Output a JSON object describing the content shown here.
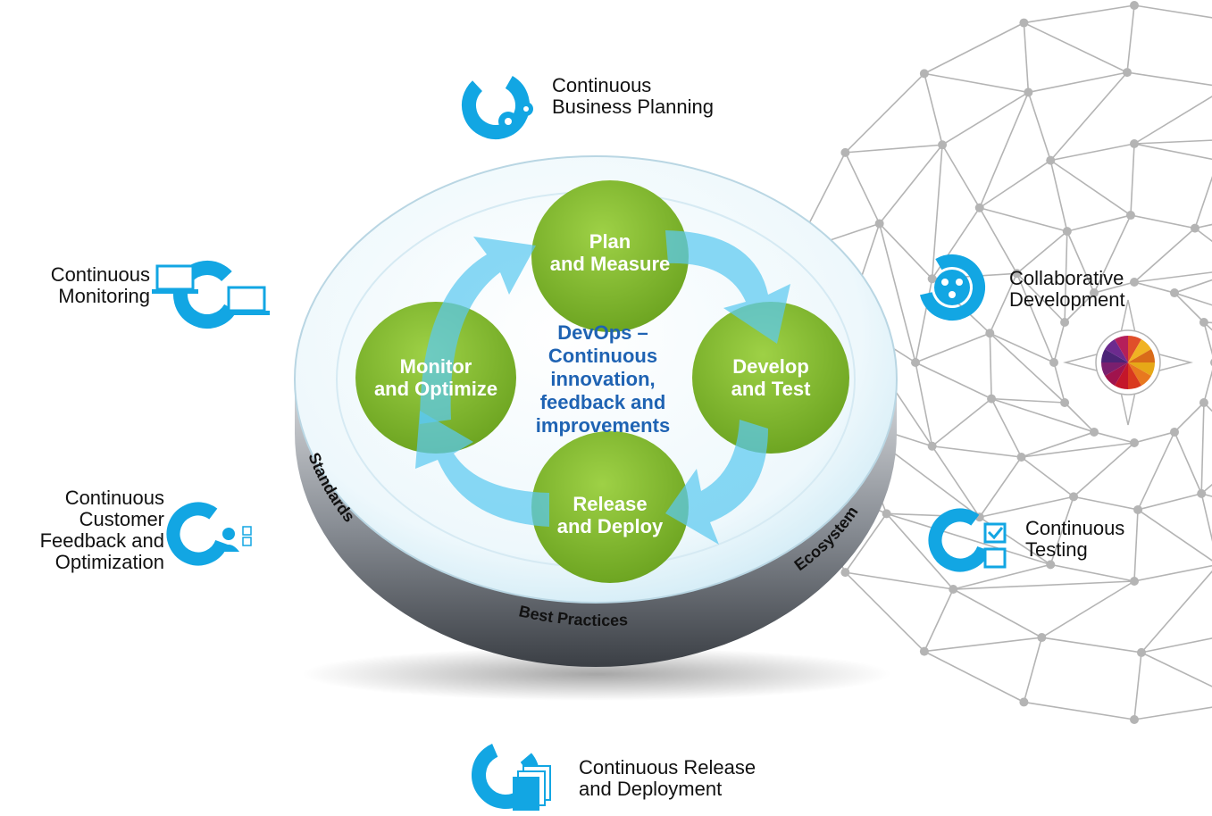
{
  "center": {
    "lines": [
      "DevOps –",
      "Continuous",
      "innovation,",
      "feedback and",
      "improvements"
    ]
  },
  "phases": {
    "plan": {
      "lines": [
        "Plan",
        "and Measure"
      ]
    },
    "develop": {
      "lines": [
        "Develop",
        "and Test"
      ]
    },
    "release": {
      "lines": [
        "Release",
        "and Deploy"
      ]
    },
    "monitor": {
      "lines": [
        "Monitor",
        "and Optimize"
      ]
    }
  },
  "rim": {
    "standards": "Standards",
    "best_practices": "Best Practices",
    "ecosystem": "Ecosystem"
  },
  "practices": {
    "business_planning": {
      "lines": [
        "Continuous",
        "Business Planning"
      ]
    },
    "monitoring": {
      "lines": [
        "Continuous",
        "Monitoring"
      ]
    },
    "customer_feedback": {
      "lines": [
        "Continuous",
        "Customer",
        "Feedback and",
        "Optimization"
      ]
    },
    "collaborative_development": {
      "lines": [
        "Collaborative",
        "Development"
      ]
    },
    "testing": {
      "lines": [
        "Continuous",
        "Testing"
      ]
    },
    "release_deployment": {
      "lines": [
        "Continuous Release",
        "and Deployment"
      ]
    }
  },
  "colors": {
    "accent_blue": "#12a6e3",
    "phase_green": "#7cb52a",
    "center_text": "#1f63b3",
    "mesh_gray": "#b4b4b4"
  },
  "icons": {
    "business_planning": "cycle-gears-icon",
    "monitoring": "cycle-laptops-icon",
    "customer_feedback": "cycle-user-checklist-icon",
    "collaborative_development": "collaboration-people-icon",
    "testing": "cycle-checkbox-icon",
    "release_deployment": "cycle-documents-icon"
  }
}
